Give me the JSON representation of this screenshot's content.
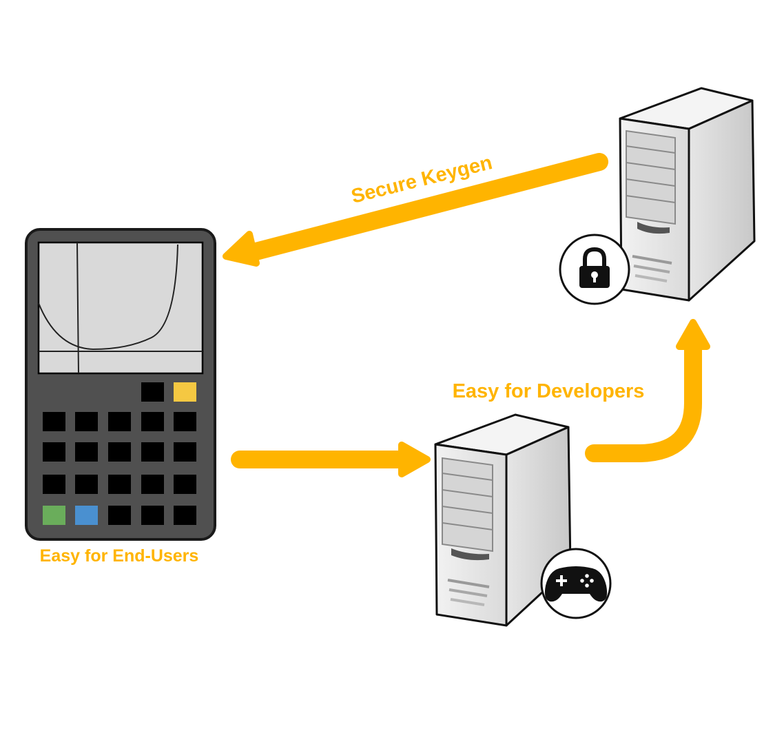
{
  "labels": {
    "secure_keygen": "Secure Keygen",
    "easy_developers": "Easy for Developers",
    "easy_end_users": "Easy for End-Users"
  },
  "icons": {
    "calculator": "graphing-calculator-icon",
    "key_server": "server-icon",
    "lock_badge": "lock-icon",
    "game_server": "server-icon",
    "gamepad_badge": "gamepad-icon"
  },
  "colors": {
    "accent": "#FFB400",
    "calculator_body": "#505050",
    "screen": "#D9D9D9",
    "key_black": "#000000",
    "key_yellow": "#F5C842",
    "key_green": "#6AAD5B",
    "key_blue": "#4A90D0",
    "server_front": "#E6E6E6",
    "server_side": "#D0D0D0"
  }
}
